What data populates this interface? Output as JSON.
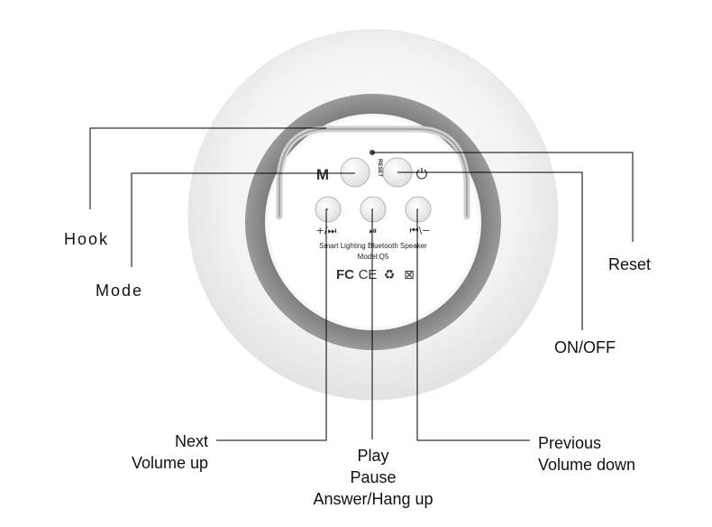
{
  "device": {
    "model_line1": "Smart Lighting Bluetooth Speaker",
    "model_line2": "Model:Q5",
    "reset_mark": "RESET",
    "mode_glyph": "M",
    "power_glyph": "⏻",
    "next_glyph": "+/⏭",
    "play_glyph": "⏯",
    "prev_glyph": "⏮\\−",
    "cert_marks": [
      "FC",
      "CE",
      "♻",
      "⊠"
    ],
    "colors": {
      "ring": "#8a8a8a",
      "body": "#f2f2f2",
      "panel": "#ffffff",
      "line": "#000000"
    }
  },
  "callouts": {
    "hook": "Hook",
    "mode": "Mode",
    "reset": "Reset",
    "onoff": "ON/OFF",
    "next_line1": "Next",
    "next_line2": "Volume up",
    "play_line1": "Play",
    "play_line2": "Pause",
    "play_line3": "Answer/Hang up",
    "prev_line1": "Previous",
    "prev_line2": "Volume down"
  }
}
